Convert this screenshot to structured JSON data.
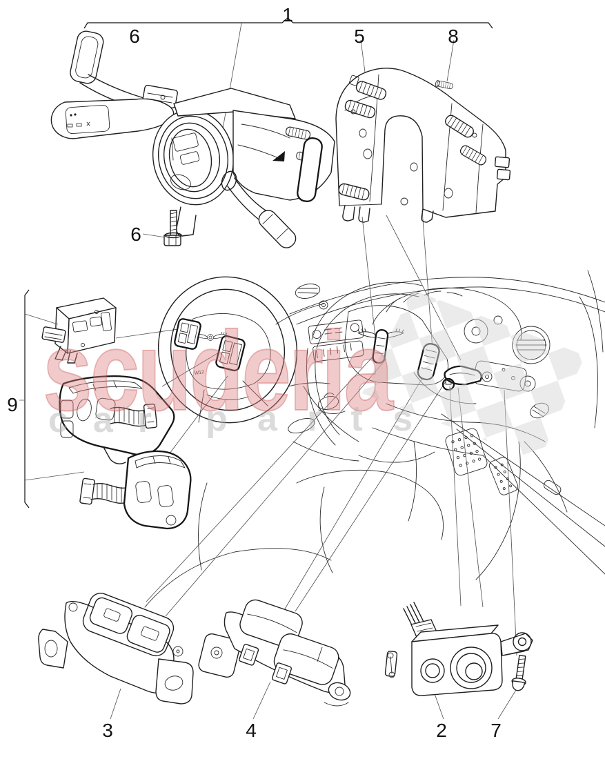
{
  "diagram": {
    "kind": "car-parts-line-diagram",
    "subject": "steering column switches and steering wheel controls"
  },
  "callouts": [
    {
      "label": "1"
    },
    {
      "label": "6"
    },
    {
      "label": "5"
    },
    {
      "label": "8"
    },
    {
      "label": "6"
    },
    {
      "label": "9"
    },
    {
      "label": "3"
    },
    {
      "label": "4"
    },
    {
      "label": "2"
    },
    {
      "label": "7"
    }
  ],
  "watermark": {
    "brand": "scuderia",
    "sub_left": "c a r",
    "sub_right": "p a r t s"
  },
  "wheel": {
    "badge": "W12"
  },
  "colors": {
    "line": "#1f1f1f",
    "leader": "#555555",
    "label": "#111111",
    "watermark_red": "#dd8383",
    "watermark_gray": "#b0b0b0",
    "checker": "#d6d6d6",
    "arrow_marker": "#151515",
    "background": "#ffffff"
  }
}
